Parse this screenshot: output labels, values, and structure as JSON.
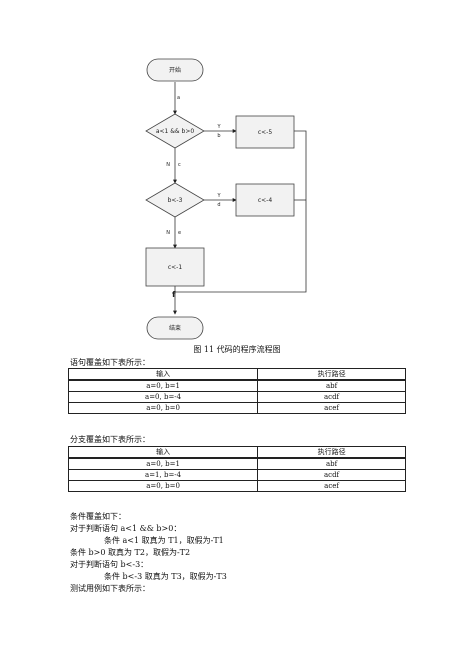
{
  "flowchart": {
    "start": "开始",
    "end": "结束",
    "decision1": "a<1 && b>0",
    "decision2": "b<-3",
    "process1": "c<-5",
    "process2": "c<-4",
    "process3": "c<-1",
    "edge_a": "a",
    "edge_b_y": "Y",
    "edge_b": "b",
    "edge_c_n": "N",
    "edge_c": "c",
    "edge_d_y": "Y",
    "edge_d": "d",
    "edge_e_n": "N",
    "edge_e": "e",
    "edge_f": "f"
  },
  "caption": "图 11  代码的程序流程图",
  "section1": {
    "title": "语句覆盖如下表所示：",
    "headers": [
      "输入",
      "执行路径"
    ],
    "rows": [
      [
        "a=0, b=1",
        "abf"
      ],
      [
        "a=0, b=-4",
        "acdf"
      ],
      [
        "a=0, b=0",
        "acef"
      ]
    ]
  },
  "section2": {
    "title": "分支覆盖如下表所示：",
    "headers": [
      "输入",
      "执行路径"
    ],
    "rows": [
      [
        "a=0, b=1",
        "abf"
      ],
      [
        "a=1, b=-4",
        "acdf"
      ],
      [
        "a=0, b=0",
        "acef"
      ]
    ]
  },
  "section3": {
    "lines": [
      "条件覆盖如下：",
      "对于判断语句 a<1 && b>0：",
      "条件 a<1 取真为 T1，取假为-T1",
      "条件 b>0 取真为 T2，取假为-T2",
      "对于判断语句 b<-3：",
      "条件 b<-3 取真为 T3，取假为-T3",
      "测试用例如下表所示："
    ]
  }
}
